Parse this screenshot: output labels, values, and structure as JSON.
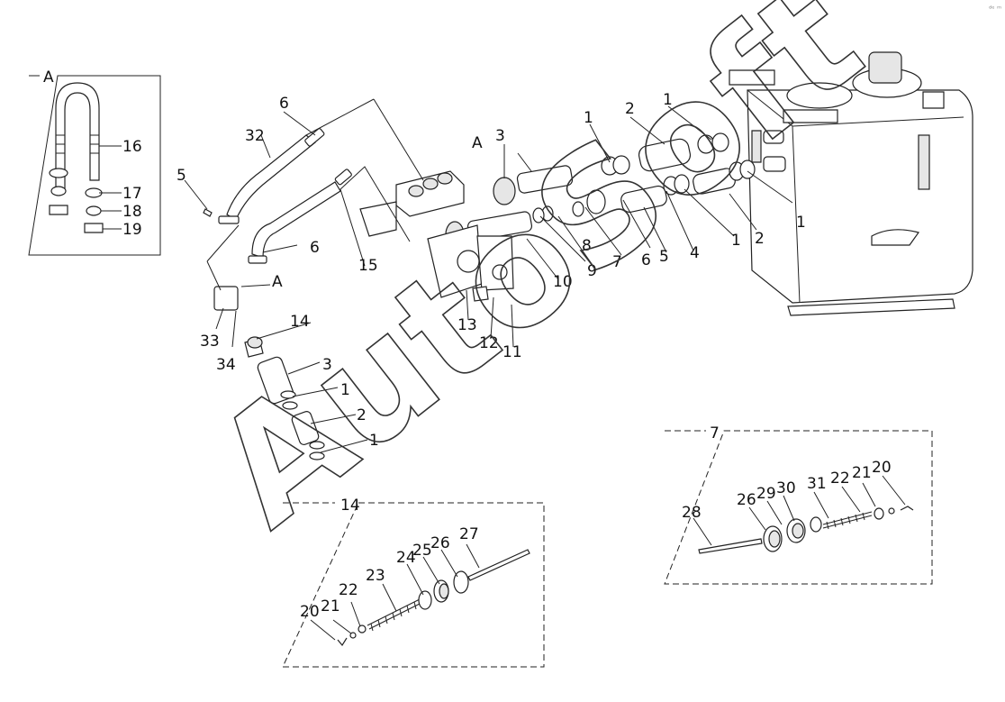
{
  "watermark": "AutoSoft",
  "corner_mark": "ᵈᵉ ᵐ",
  "detail_boxes": {
    "a": {
      "title": "A",
      "labels": [
        "16",
        "17",
        "18",
        "19"
      ]
    },
    "fourteen": {
      "title": "14",
      "labels": [
        "20",
        "21",
        "22",
        "23",
        "24",
        "25",
        "26",
        "27"
      ]
    },
    "seven": {
      "title": "7",
      "labels": [
        "28",
        "26",
        "29",
        "30",
        "31",
        "22",
        "21",
        "20"
      ]
    }
  },
  "main_labels": {
    "l1a": "1",
    "l2a": "2",
    "l1b": "1",
    "lA3": "A",
    "l3a": "3",
    "l6a": "6",
    "l32": "32",
    "l5": "5",
    "l6b": "6",
    "l15": "15",
    "l1c": "1",
    "l2b": "2",
    "l4": "4",
    "l5b": "5",
    "l6c": "6",
    "l7": "7",
    "l8": "8",
    "l9": "9",
    "l10": "10",
    "l1d": "1",
    "lA2": "A",
    "l33": "33",
    "l34": "34",
    "l14": "14",
    "l13": "13",
    "l12": "12",
    "l11": "11",
    "l3b": "3",
    "l1e": "1",
    "l2c": "2",
    "l1f": "1"
  }
}
